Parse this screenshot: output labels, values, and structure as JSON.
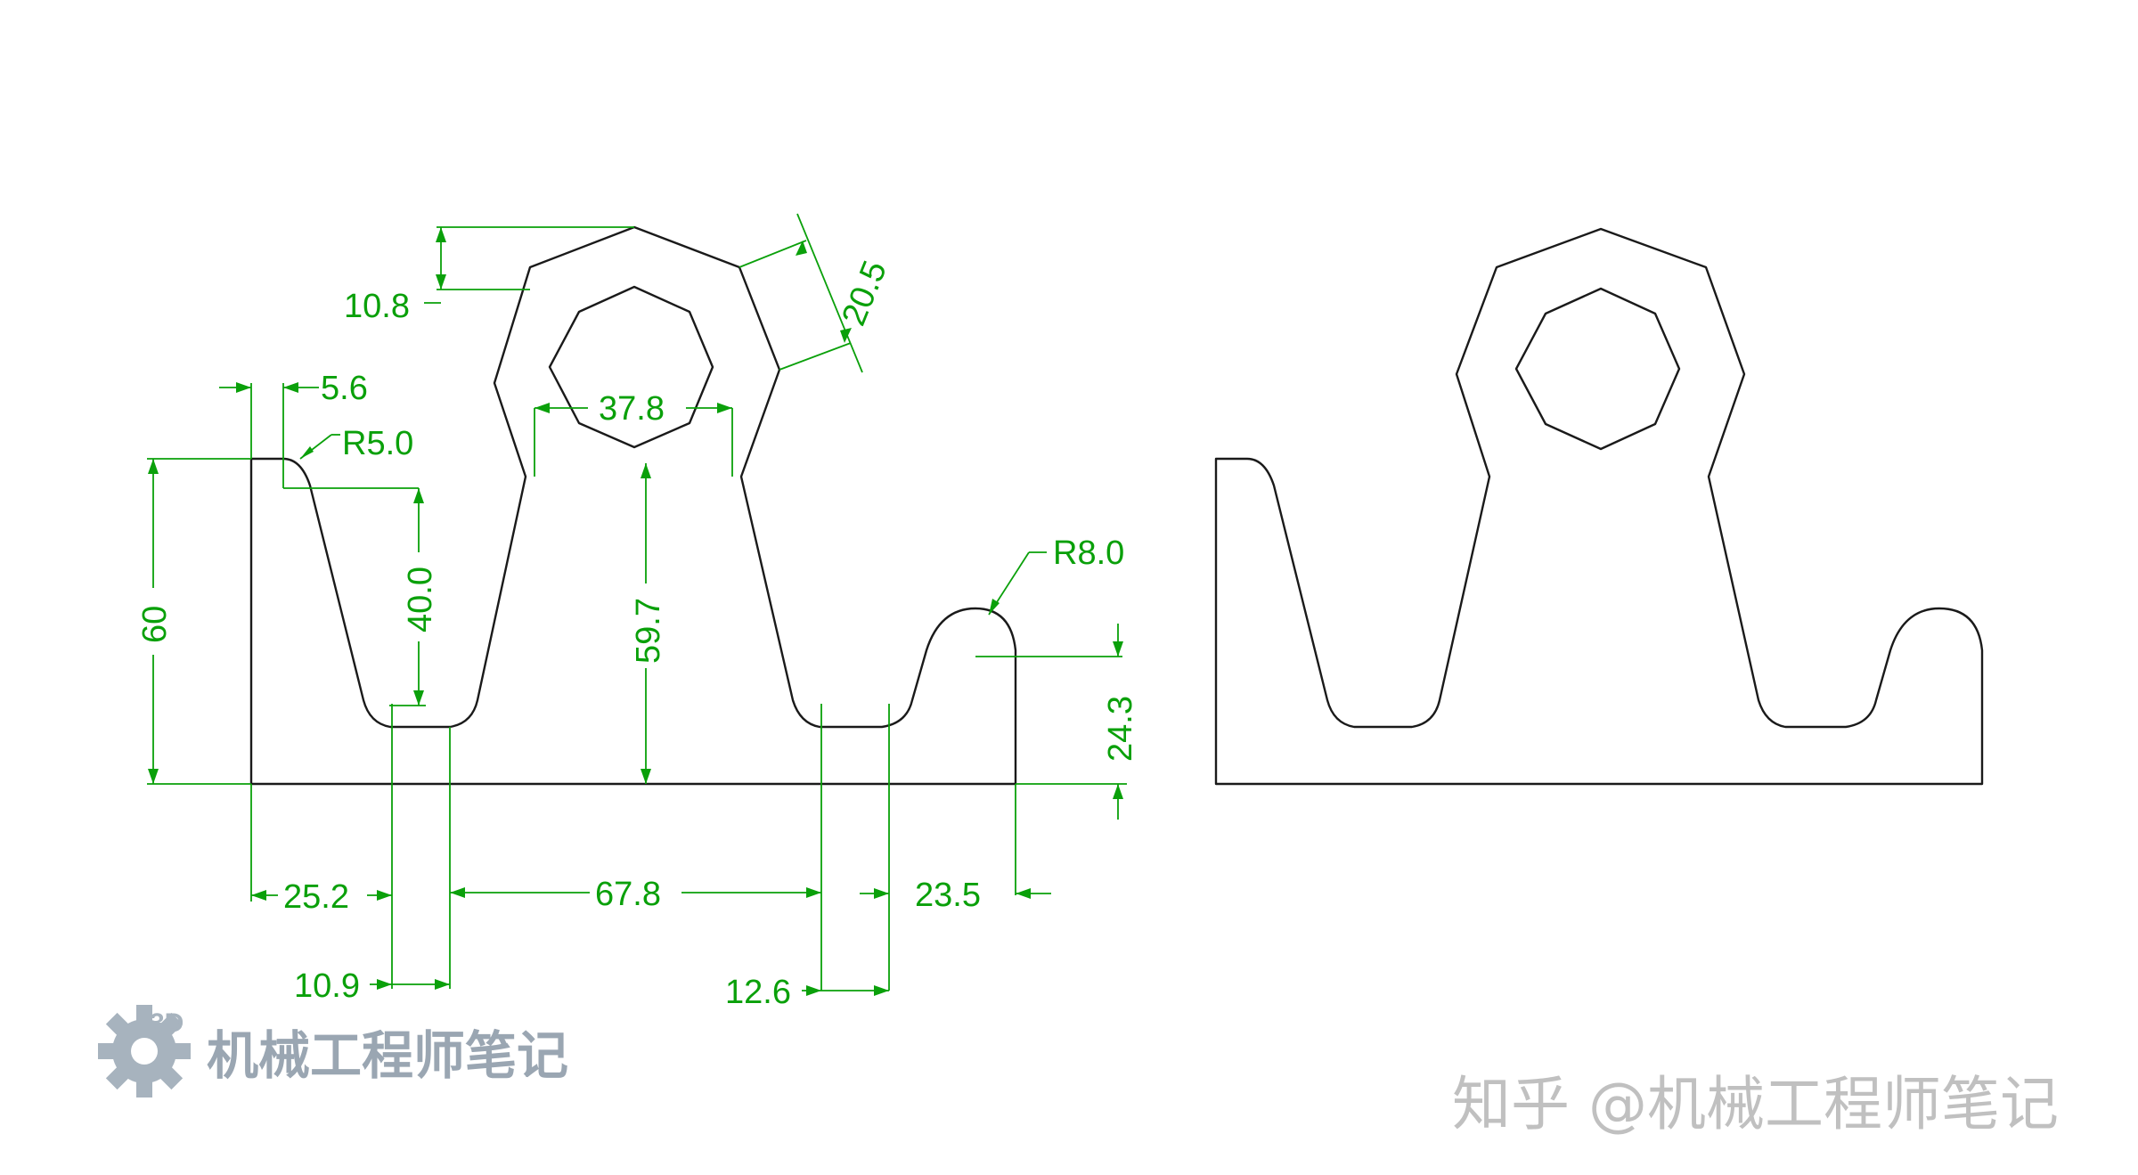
{
  "drawing": {
    "dimensions": {
      "d_10_8": "10.8",
      "d_20_5": "20.5",
      "d_5_6": "5.6",
      "d_r5": "R5.0",
      "d_37_8": "37.8",
      "d_r8": "R8.0",
      "d_60": "60",
      "d_40": "40.0",
      "d_59_7": "59.7",
      "d_24_3": "24.3",
      "d_25_2": "25.2",
      "d_67_8": "67.8",
      "d_23_5": "23.5",
      "d_10_9": "10.9",
      "d_12_6": "12.6"
    },
    "colors": {
      "outline": "#1a1a1a",
      "dimension": "#0aa00a",
      "watermark": "#9aa6b2"
    }
  },
  "watermark": {
    "left_badge": "3D",
    "left_text": "机械工程师笔记",
    "right_text": "知乎 @机械工程师笔记",
    "icon": "gear-icon"
  }
}
